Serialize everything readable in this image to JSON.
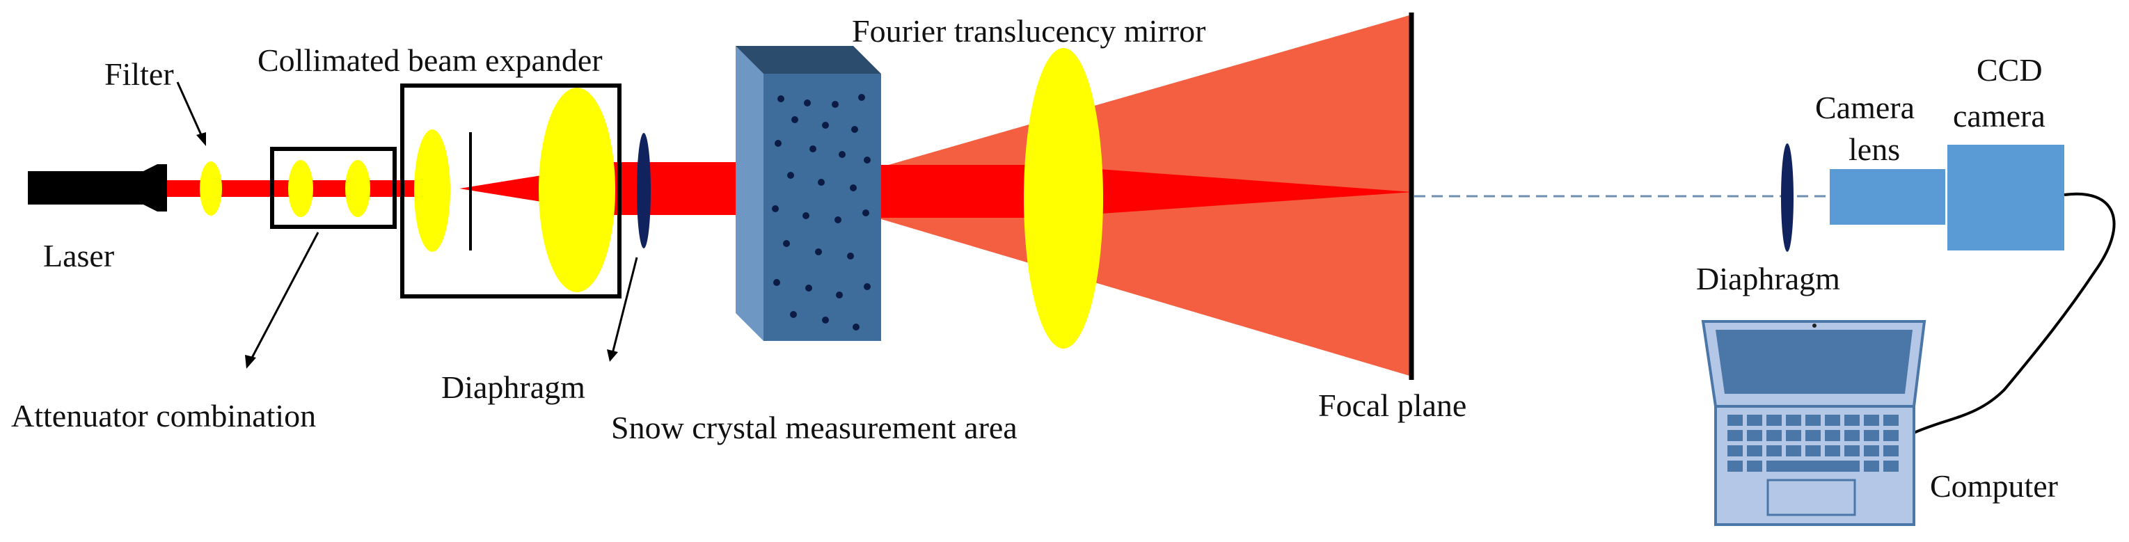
{
  "labels": {
    "filter": "Filter",
    "laser": "Laser",
    "attenuator": "Attenuator combination",
    "beam_expander": "Collimated beam expander",
    "diaphragm_1": "Diaphragm",
    "snow_area": "Snow crystal measurement area",
    "fourier_mirror": "Fourier translucency mirror",
    "focal_plane": "Focal plane",
    "diaphragm_2": "Diaphragm",
    "camera_lens_line1": "Camera",
    "camera_lens_line2": "lens",
    "ccd_line1": "CCD",
    "ccd_line2": "camera",
    "computer": "Computer"
  },
  "colors": {
    "beam_red": "#ff0000",
    "fan_orange": "#f45f41",
    "lens_yellow": "#ffff00",
    "diaphragm_navy": "#10235e",
    "crystal_front": "#3e6d9b",
    "crystal_side": "#6f97c4",
    "crystal_top": "#2c4c6e",
    "camera_blue": "#5b9bd5",
    "laptop_blue": "#4a76a8",
    "laptop_light": "#b4c7e7"
  },
  "icons": {
    "laser": "laser-emitter-icon",
    "laptop": "laptop-computer-icon"
  }
}
